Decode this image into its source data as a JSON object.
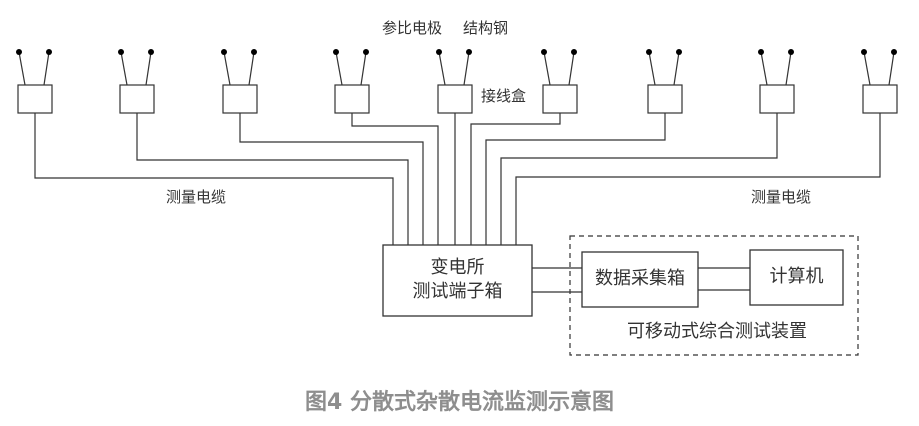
{
  "labels": {
    "reference_electrode": "参比电极",
    "structural_steel": "结构钢",
    "junction_box": "接线盒",
    "cable_left": "测量电缆",
    "cable_right": "测量电缆",
    "terminal_box_line1": "变电所",
    "terminal_box_line2": "测试端子箱",
    "data_acquisition_box": "数据采集箱",
    "computer": "计算机",
    "mobile_device": "可移动式综合测试装置"
  },
  "caption": "图4 分散式杂散电流监测示意图",
  "diagram": {
    "junction_box_count": 9,
    "terminals_per_box": 2,
    "colors": {
      "line": "#333333",
      "text": "#333333",
      "caption": "#8e8e8e"
    }
  }
}
